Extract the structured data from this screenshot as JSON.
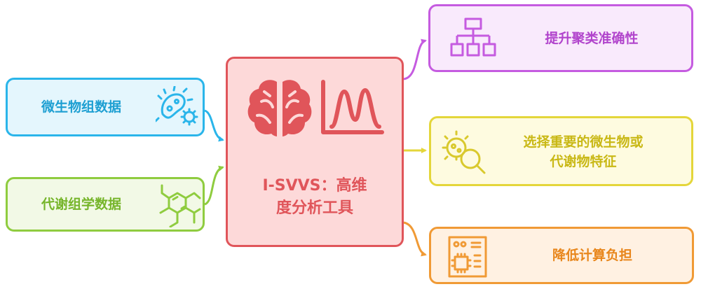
{
  "inputs": {
    "microbiome": {
      "label": "微生物组数据",
      "icon": "bacteria-icon"
    },
    "metabolome": {
      "label": "代谢组学数据",
      "icon": "molecule-icon"
    }
  },
  "center": {
    "title_line1": "I-SVVS：高维",
    "title_line2": "度分析工具",
    "icons": [
      "brain-icon",
      "distribution-chart-icon"
    ]
  },
  "outputs": {
    "clustering": {
      "label": "提升聚类准确性",
      "icon": "hierarchy-icon"
    },
    "selection": {
      "label_line1": "选择重要的微生物或",
      "label_line2": "代谢物特征",
      "icon": "bacteria-search-icon"
    },
    "cost": {
      "label": "降低计算负担",
      "icon": "circuit-board-icon"
    }
  },
  "colors": {
    "microbiome_accent": "#2ab5ea",
    "metabolome_accent": "#8fcc3f",
    "center_accent": "#e0555a",
    "clustering_accent": "#c55be0",
    "selection_accent": "#e4d63a",
    "cost_accent": "#f09a35"
  }
}
